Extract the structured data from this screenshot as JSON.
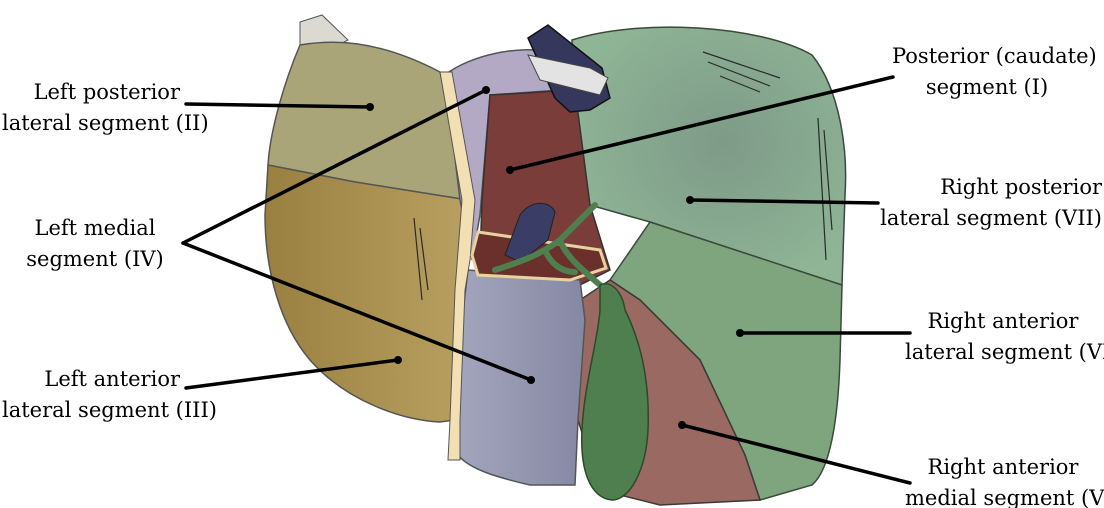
{
  "labels": {
    "left_posterior": [
      "Left posterior",
      "lateral segment (II)"
    ],
    "left_medial": [
      "Left medial",
      "segment (IV)"
    ],
    "left_anterior": [
      "Left anterior",
      "lateral segment (III)"
    ],
    "caudate": [
      "Posterior (caudate)",
      "segment (I)"
    ],
    "right_posterior": [
      "Right posterior",
      "lateral segment (VII)"
    ],
    "right_anterior_lateral": [
      "Right anterior",
      "lateral segment (VI)"
    ],
    "right_anterior_medial": [
      "Right anterior",
      "medial segment (V)"
    ]
  },
  "colors": {
    "segment_II": "#aaa578",
    "segment_III": "#a78b4d",
    "segment_IV_upper": "#b3a9c4",
    "segment_IV_lower": "#8f92ad",
    "segment_I": "#7a3d3a",
    "segment_V": "#9a6a62",
    "segment_VI": "#7ea57e",
    "segment_VII": "#7a9a88",
    "gallbladder": "#4f7f4f",
    "vena_cava": "#35375c",
    "ligament": "#f3dfb4",
    "leader_line": "#000000"
  }
}
